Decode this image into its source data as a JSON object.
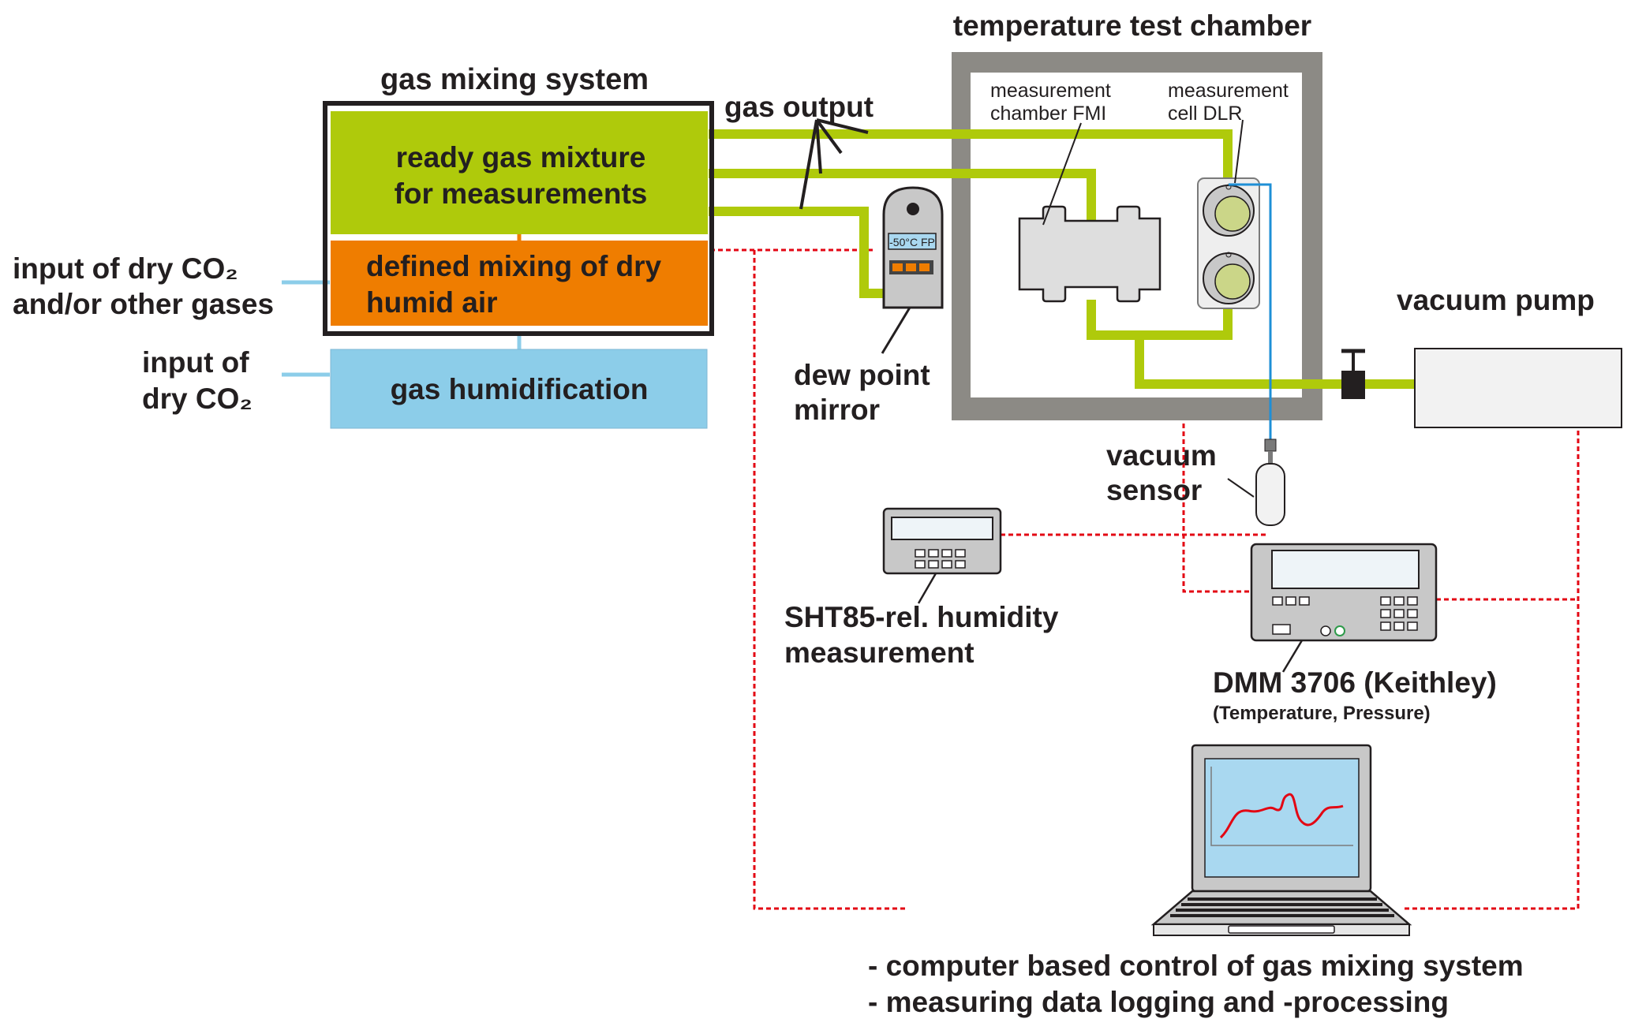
{
  "title_mixing": "gas mixing system",
  "ready_gas_1": "ready gas mixture",
  "ready_gas_2": "for measurements",
  "defined_mixing_1": "defined mixing of dry",
  "defined_mixing_2": "humid air",
  "humidification": "gas humidification",
  "input_co2_other_1": "input of dry CO₂",
  "input_co2_other_2": "and/or other gases",
  "input_co2_1": "input of",
  "input_co2_2": "dry CO₂",
  "gas_output": "gas output",
  "chamber_title": "temperature test chamber",
  "fmi_1": "measurement",
  "fmi_2": "chamber FMI",
  "dlr_1": "measurement",
  "dlr_2": "cell DLR",
  "display_text": "-50°C FP",
  "dew_point_1": "dew point",
  "dew_point_2": "mirror",
  "vacuum_pump": "vacuum pump",
  "vacuum_sensor_1": "vacuum",
  "vacuum_sensor_2": "sensor",
  "sht_1": "SHT85-rel. humidity",
  "sht_2": "measurement",
  "dmm_1": "DMM 3706 (Keithley)",
  "dmm_2": "(Temperature, Pressure)",
  "computer_1": "- computer based control of gas mixing system",
  "computer_2": "- measuring data logging and -processing",
  "colors": {
    "green": "#afca0b",
    "orange": "#ef7d00",
    "blue_box": "#8ccde9",
    "gray_wall": "#8c8a85",
    "red_line": "#e30613",
    "blue_line": "#1e8fd6",
    "device_gray": "#c8c8c8",
    "screen_blue": "#a9d8f0"
  }
}
